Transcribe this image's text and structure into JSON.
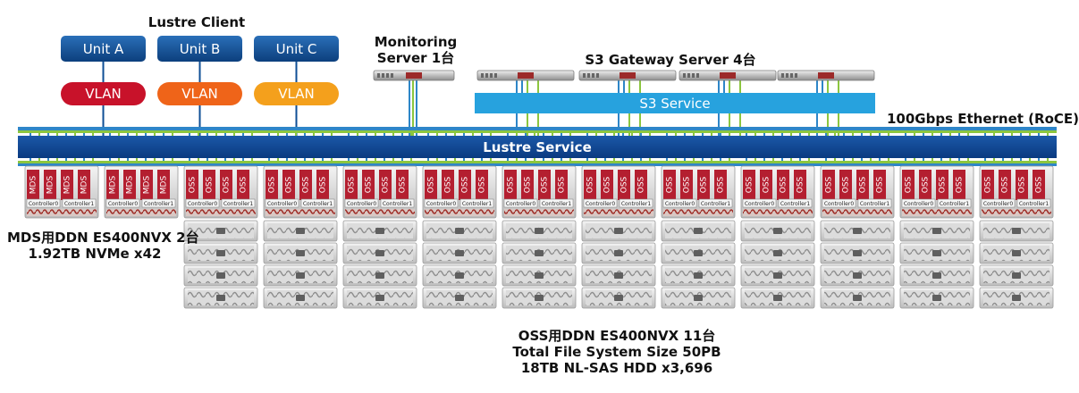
{
  "client": {
    "title": "Lustre Client",
    "units": [
      {
        "unit_label": "Unit A",
        "vlan_label": "VLAN",
        "vlan_color": "#c8122a"
      },
      {
        "unit_label": "Unit B",
        "vlan_label": "VLAN",
        "vlan_color": "#ef6419"
      },
      {
        "unit_label": "Unit C",
        "vlan_label": "VLAN",
        "vlan_color": "#f4a01c"
      }
    ]
  },
  "monitoring": {
    "label_line1": "Monitoring",
    "label_line2": "Server 1台",
    "count": 1
  },
  "s3_gateway": {
    "label": "S3 Gateway Server 4台",
    "count": 4,
    "service_label": "S3 Service"
  },
  "network": {
    "ethernet_label": "100Gbps Ethernet (RoCE)",
    "lustre_service_label": "Lustre Service"
  },
  "mds": {
    "label_line1": "MDS用DDN ES400NVX 2台",
    "label_line2": "1.92TB NVMe x42",
    "count": 2,
    "node_label": "MDS",
    "controllers": [
      "Controller0",
      "Controller1"
    ]
  },
  "oss": {
    "label_line1": "OSS用DDN ES400NVX 11台",
    "label_line2": "Total File System Size 50PB",
    "label_line3": "18TB NL-SAS HDD x3,696",
    "count": 11,
    "node_label": "OSS",
    "controllers": [
      "Controller0",
      "Controller1"
    ],
    "expansion_enclosures_per_unit": 4
  },
  "colors": {
    "unit_box": "#0f4f96",
    "lustre_bar": "#0d4596",
    "s3_bar": "#27a2de",
    "node_red": "#b41f30",
    "eth_blue": "#2e86c8",
    "eth_green": "#8cc63f"
  },
  "icons": [
    "server-icon",
    "storage-controller-icon",
    "disk-enclosure-icon"
  ]
}
